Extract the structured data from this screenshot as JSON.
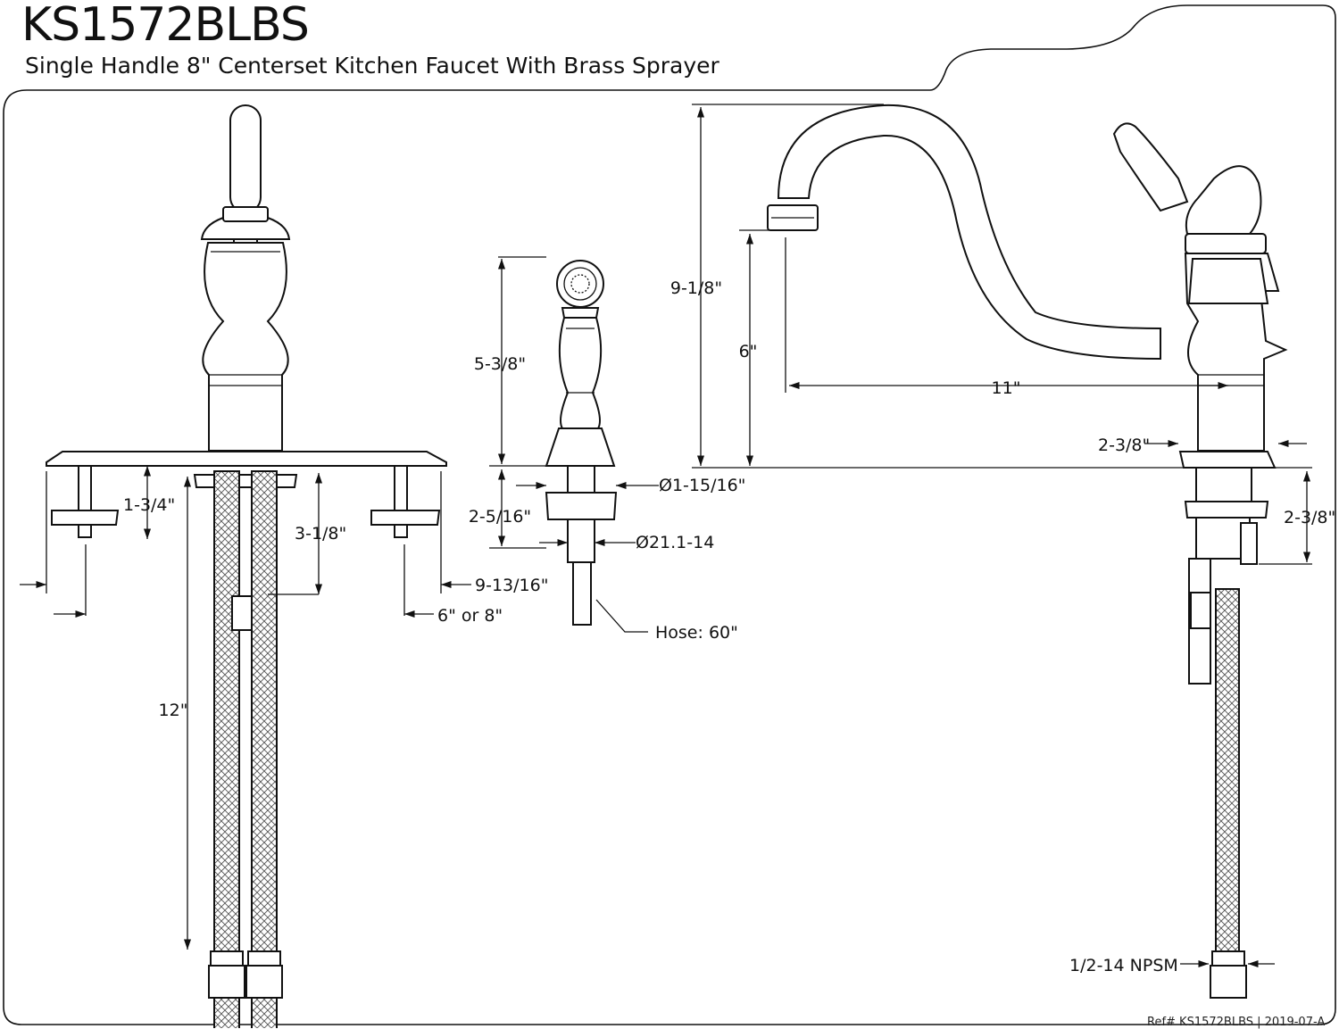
{
  "header": {
    "model": "KS1572BLBS",
    "description": "Single Handle 8\" Centerset Kitchen Faucet With Brass Sprayer"
  },
  "footer": {
    "reference": "Ref# KS1572BLBS | 2019-07-A"
  },
  "dimensions": {
    "bracket_depth": "1-3/4\"",
    "shank_length": "3-1/8\"",
    "plate_length": "9-13/16\"",
    "hole_spacing": "6\" or 8\"",
    "supply_length": "12\"",
    "sprayer_height": "5-3/8\"",
    "sprayer_base_diameter": "Ø1-15/16\"",
    "sprayer_shank_height": "2-5/16\"",
    "sprayer_thread": "Ø21.1-14",
    "hose": "Hose: 60\"",
    "overall_height": "9-1/8\"",
    "spout_clearance": "6\"",
    "spout_reach": "11\"",
    "base_diameter": "2-3/8\"",
    "under_deck": "2-3/8\"",
    "supply_thread": "1/2-14 NPSM"
  }
}
